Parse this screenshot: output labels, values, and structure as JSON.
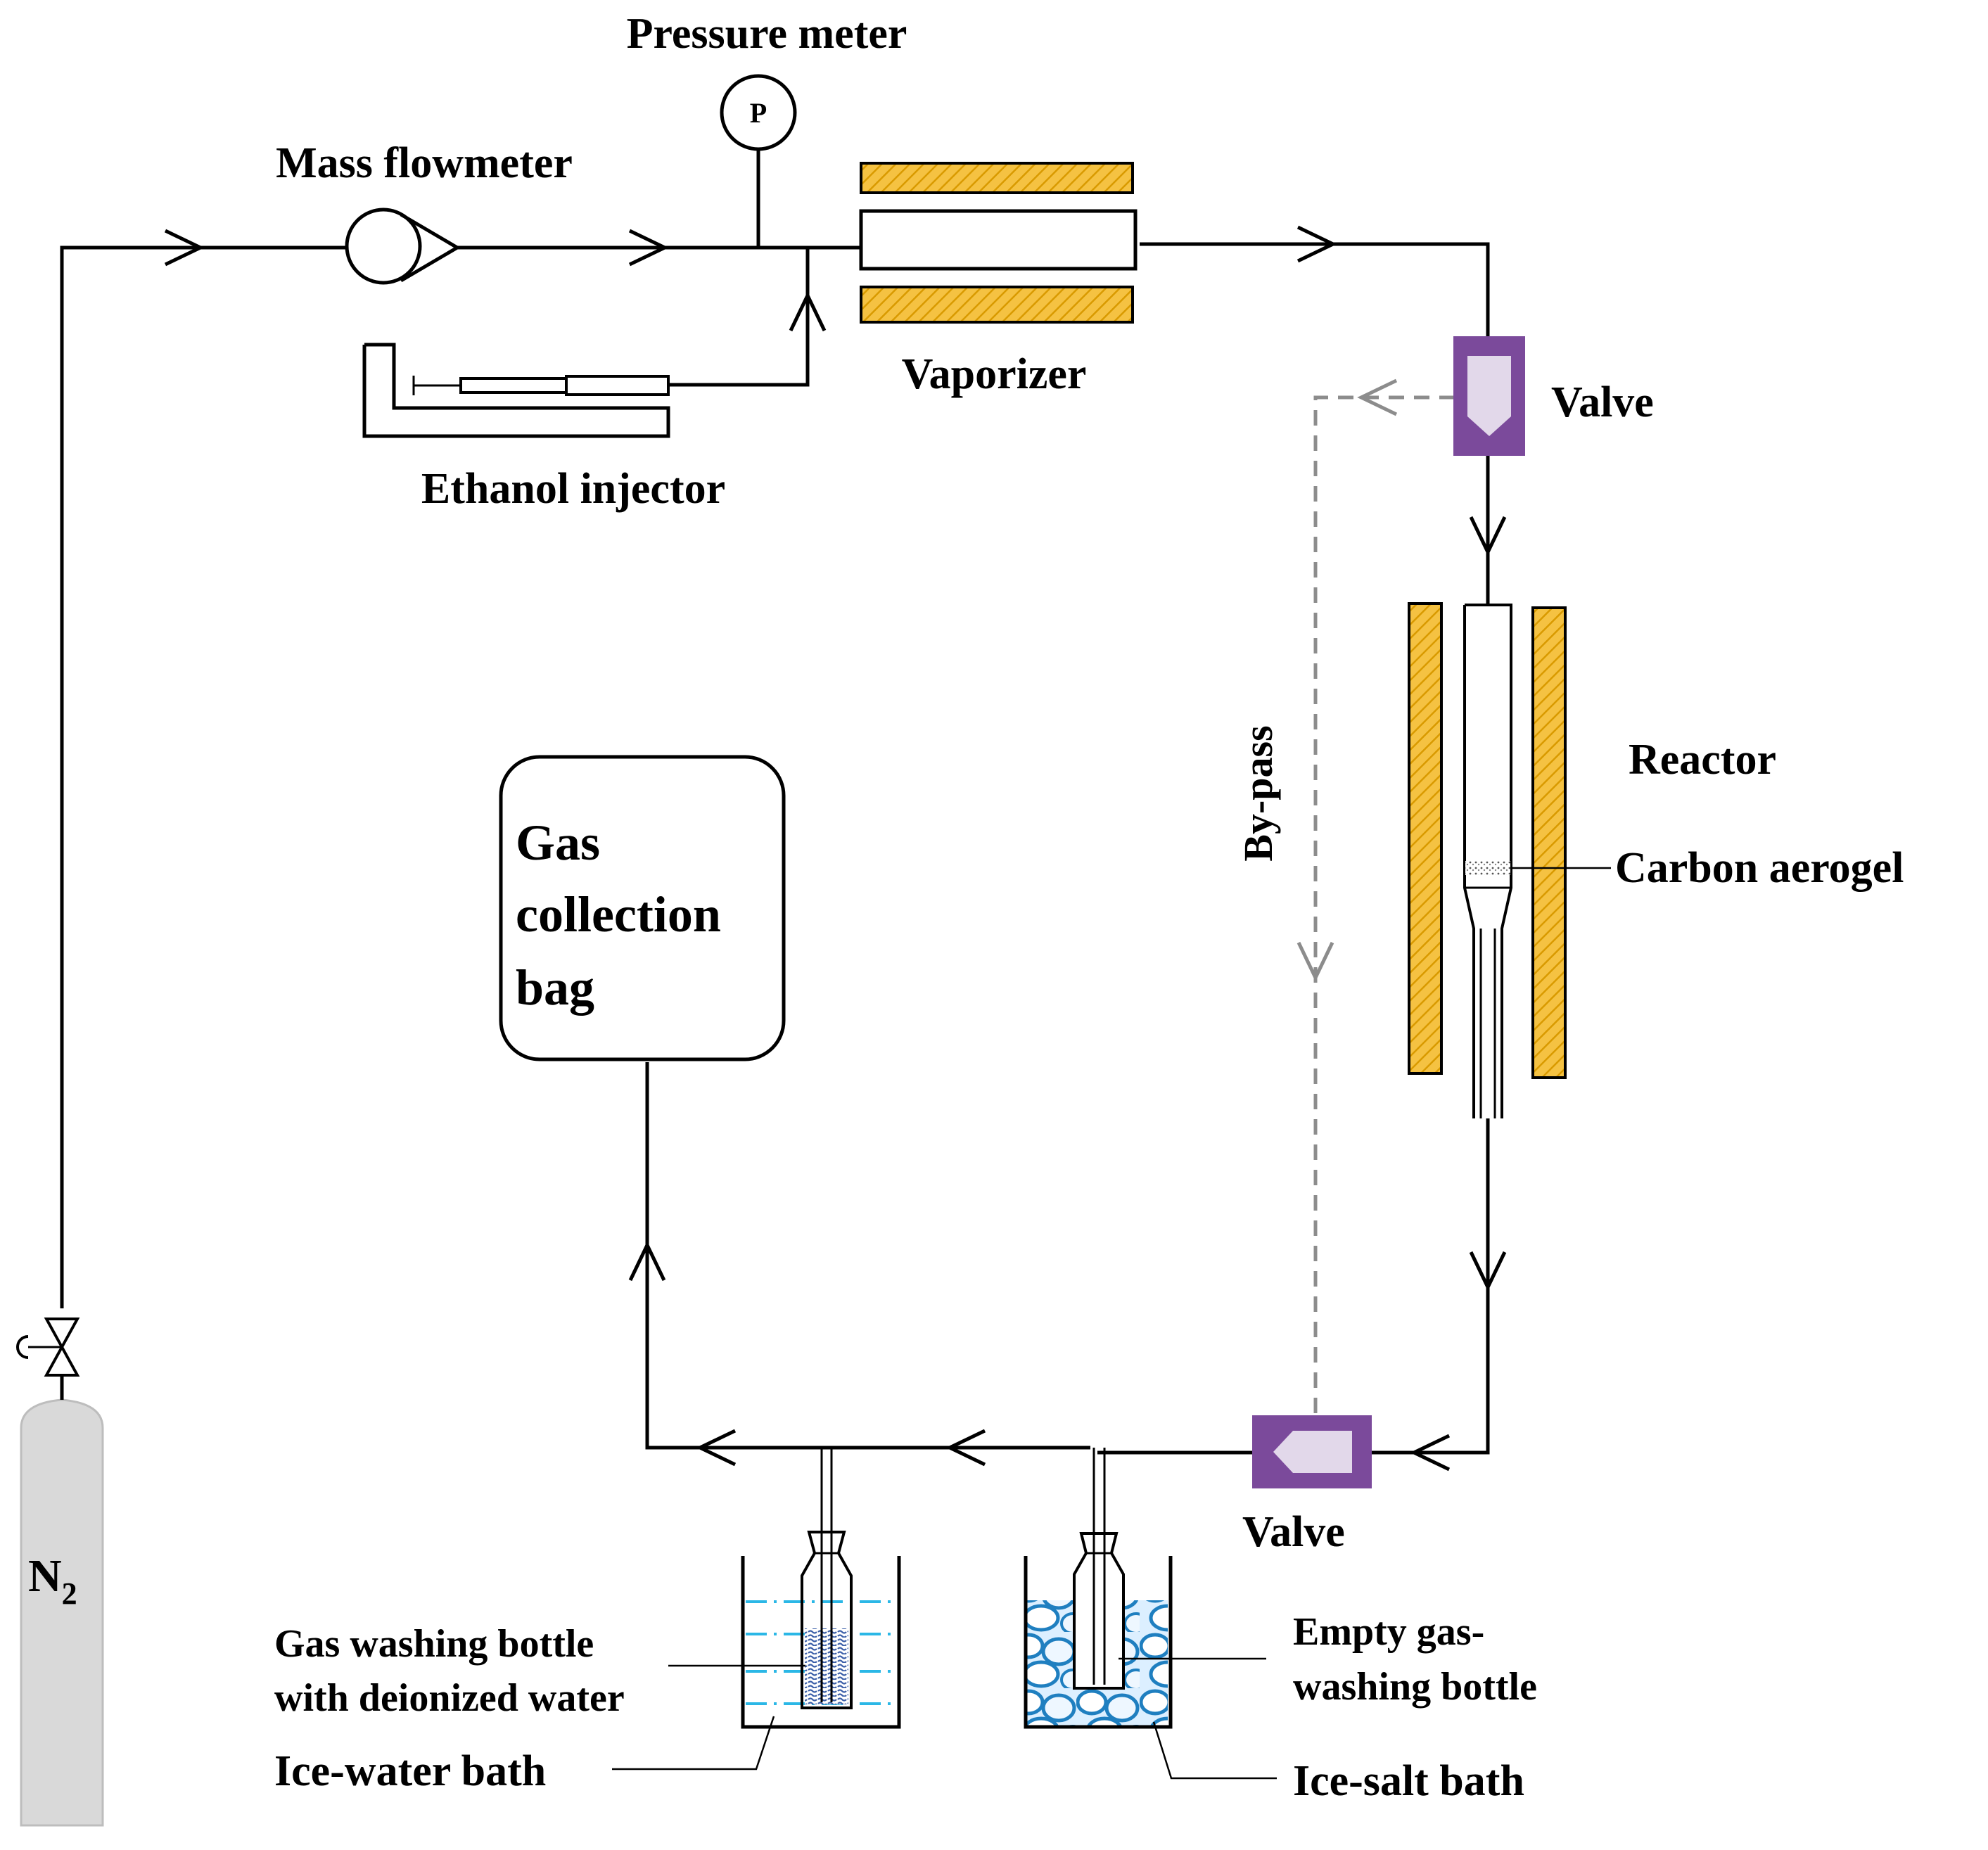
{
  "labels": {
    "pressure_meter": "Pressure meter",
    "pressure_symbol": "P",
    "mass_flowmeter": "Mass flowmeter",
    "vaporizer": "Vaporizer",
    "ethanol_injector": "Ethanol injector",
    "valve_top": "Valve",
    "valve_bottom": "Valve",
    "bypass": "By-pass",
    "reactor": "Reactor",
    "carbon_aerogel": "Carbon  aerogel",
    "gas_bag_line1": "Gas",
    "gas_bag_line2": "collection",
    "gas_bag_line3": "bag",
    "n2_symbol": "N",
    "n2_subscript": "2",
    "washing_bottle_line1": "Gas washing bottle",
    "washing_bottle_line2": "with deionized water",
    "ice_water_bath": "Ice-water  bath",
    "empty_bottle_line1": "Empty gas-",
    "empty_bottle_line2": "washing bottle",
    "ice_salt_bath": "Ice-salt  bath"
  },
  "colors": {
    "heater_fill": "#f5c242",
    "heater_hatch": "#d99a00",
    "valve_body": "#7b4a9b",
    "valve_inner": "#e2d8ea",
    "bypass_line": "#8c8c8c",
    "cylinder": "#d9d9d9",
    "water_line": "#2bb7e6",
    "ice_pattern": "#1f7fc0",
    "water_dots": "#3a5ea8"
  }
}
